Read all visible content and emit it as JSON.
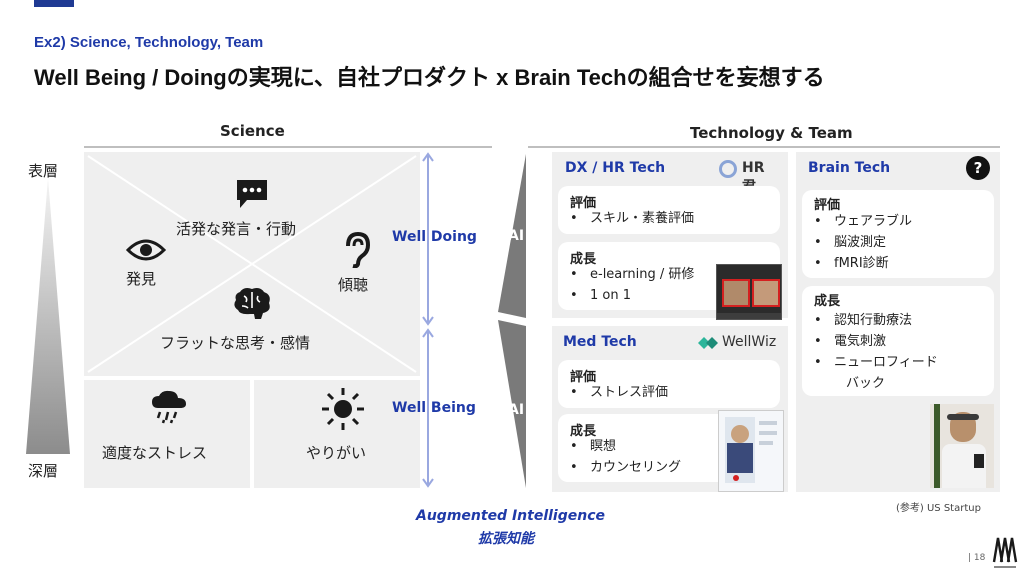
{
  "header": {
    "subtitle": "Ex2) Science, Technology, Team",
    "title": "Well Being / Doingの実現に、自社プロダクト x Brain Techの組合せを妄想する"
  },
  "science": {
    "heading": "Science",
    "depth_top": "表層",
    "depth_bottom": "深層",
    "items": {
      "speech": "活発な発言・行動",
      "discover": "発見",
      "listen": "傾聴",
      "flat": "フラットな思考・感情",
      "stress": "適度なストレス",
      "purpose": "やりがい"
    },
    "well_doing": "Well Doing",
    "well_being": "Well Being"
  },
  "ai_labels": [
    "AI",
    "AI"
  ],
  "tech": {
    "heading": "Technology & Team",
    "dx": {
      "title": "DX / HR Tech",
      "logo": "HR君",
      "eval_title": "評価",
      "eval_items": [
        "スキル・素養評価"
      ],
      "growth_title": "成長",
      "growth_items": [
        "e-learning / 研修",
        "1 on 1"
      ]
    },
    "med": {
      "title": "Med Tech",
      "logo": "WellWiz",
      "eval_title": "評価",
      "eval_items": [
        "ストレス評価"
      ],
      "growth_title": "成長",
      "growth_items": [
        "瞑想",
        "カウンセリング"
      ]
    },
    "brain": {
      "title": "Brain Tech",
      "badge": "?",
      "eval_title": "評価",
      "eval_items": [
        "ウェアラブル",
        "脳波測定",
        "fMRI診断"
      ],
      "growth_title": "成長",
      "growth_items": [
        "認知行動療法",
        "電気刺激",
        "ニューロフィード",
        "バック"
      ]
    },
    "footnote": "(参考) US Startup"
  },
  "footer": {
    "augmented": "Augmented Intelligence",
    "augmented_ja": "拡張知能",
    "page": "| 18"
  },
  "colors": {
    "accent_blue": "#1f3aa8",
    "panel_gray": "#efefef",
    "ai_gray": "#7a7a7a"
  },
  "icons": [
    "chat-icon",
    "eye-icon",
    "ear-icon",
    "brain-icon",
    "rain-cloud-icon",
    "sun-icon",
    "question-icon"
  ]
}
